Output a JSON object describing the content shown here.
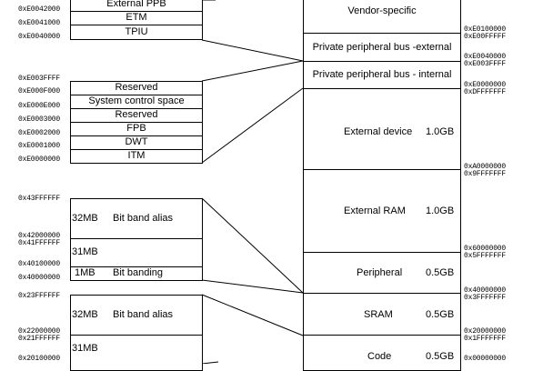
{
  "ppb_external": {
    "items": [
      "External PPB",
      "ETM",
      "TPIU"
    ],
    "addresses": [
      "0xE0042000",
      "0xE0041000",
      "0xE0040000"
    ]
  },
  "ppb_internal": {
    "top_address": "0xE003FFFF",
    "items": [
      "Reserved",
      "System control space",
      "Reserved",
      "FPB",
      "DWT",
      "ITM"
    ],
    "addresses": [
      "0xE000F000",
      "0xE000E000",
      "0xE0003000",
      "0xE0002000",
      "0xE0001000",
      "0xE0000000"
    ]
  },
  "bitband_upper": {
    "top_address": "0x43FFFFFF",
    "alias_size": "32MB",
    "alias_label": "Bit band alias",
    "alias_addr_lo": "0x42000000",
    "alias_addr_hi": "0x41FFFFFF",
    "gap_size": "31MB",
    "gap_addr": "0x40100000",
    "band_size": "1MB",
    "band_label": "Bit banding",
    "band_addr": "0x40000000"
  },
  "bitband_lower": {
    "top_address": "0x23FFFFFF",
    "alias_size": "32MB",
    "alias_label": "Bit band alias",
    "alias_addr_lo": "0x22000000",
    "alias_addr_hi": "0x21FFFFFF",
    "gap_size": "31MB",
    "gap_addr": "0x20100000"
  },
  "memory_map": {
    "vendor": "Vendor-specific",
    "ppb_ext": "Private peripheral bus -external",
    "ppb_int": "Private peripheral bus - internal",
    "ext_device": {
      "label": "External device",
      "size": "1.0GB"
    },
    "ext_ram": {
      "label": "External RAM",
      "size": "1.0GB"
    },
    "peripheral": {
      "label": "Peripheral",
      "size": "0.5GB"
    },
    "sram": {
      "label": "SRAM",
      "size": "0.5GB"
    },
    "code": {
      "label": "Code",
      "size": "0.5GB"
    }
  },
  "right_addresses": {
    "a1": "0xE0100000",
    "a2": "0xE00FFFFF",
    "b1": "0xE0040000",
    "b2": "0xE003FFFF",
    "c1": "0xE0000000",
    "c2": "0xDFFFFFFF",
    "d1": "0xA0000000",
    "d2": "0x9FFFFFFF",
    "e1": "0x60000000",
    "e2": "0x5FFFFFFF",
    "f1": "0x40000000",
    "f2": "0x3FFFFFFF",
    "g1": "0x20000000",
    "g2": "0x1FFFFFFF",
    "h1": "0x00000000"
  }
}
